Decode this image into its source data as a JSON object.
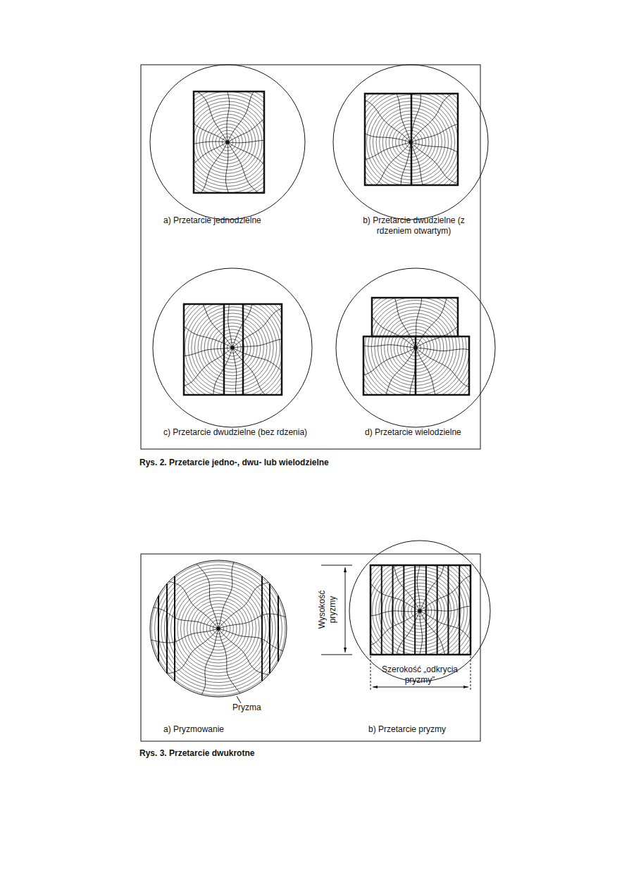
{
  "diagram": {
    "labels": [
      "a) Przetarcie jednodzielne",
      "b) Przetarcie dwudzielne (z rdzeniem otwartym)",
      "c) Przetarcie dwudzielne (bez rdzenia)",
      "d) Przetarcie wielodzielne",
      "Rys. 2. Przetarcie jedno-, dwu- lub wielodzielne",
      "Pryzma",
      "a) Pryzmowanie",
      "Wysokość pryzmy",
      "Szerokość „odkrycia pryzmy”",
      "b) Przetarcie pryzmy",
      "Rys. 3. Przetarcie dwukrotne"
    ]
  }
}
